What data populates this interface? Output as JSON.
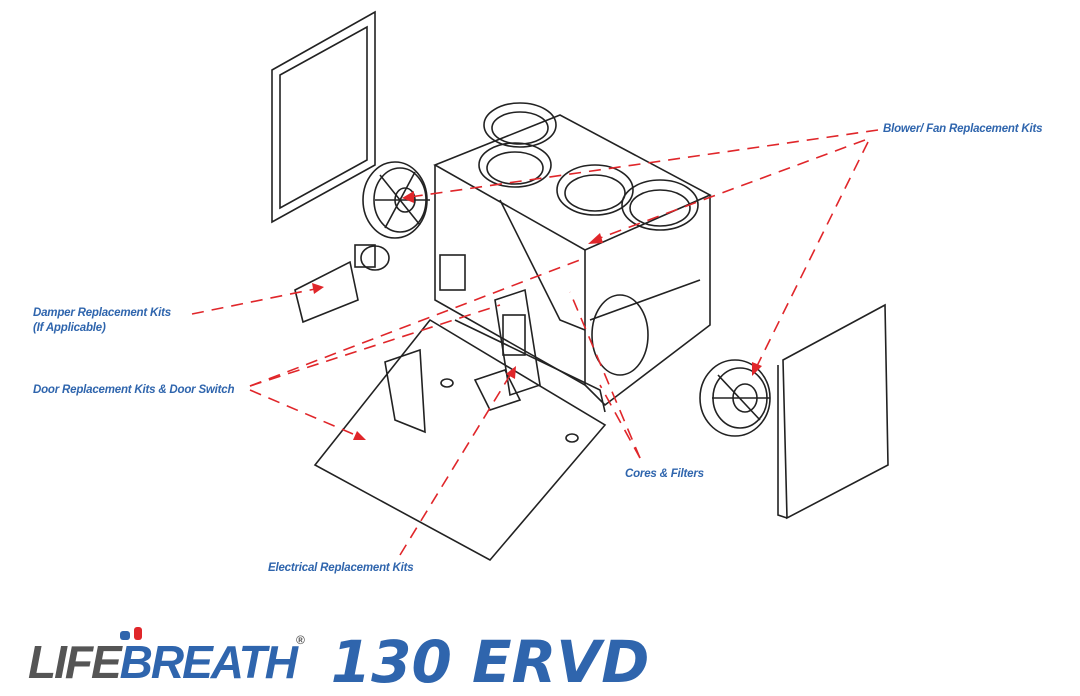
{
  "callouts": {
    "blower": "Blower/ Fan Replacement Kits",
    "damper_line1": "Damper Replacement Kits",
    "damper_line2": "(If Applicable)",
    "door": "Door Replacement Kits & Door Switch",
    "cores": "Cores & Filters",
    "electrical": "Electrical Replacement Kits"
  },
  "brand": {
    "logo_part1": "LIFE",
    "logo_part2": "BREATH",
    "registered": "®",
    "model": "130 ERVD"
  },
  "colors": {
    "label": "#2f65ad",
    "leader": "#e0262a",
    "line": "#222222"
  }
}
